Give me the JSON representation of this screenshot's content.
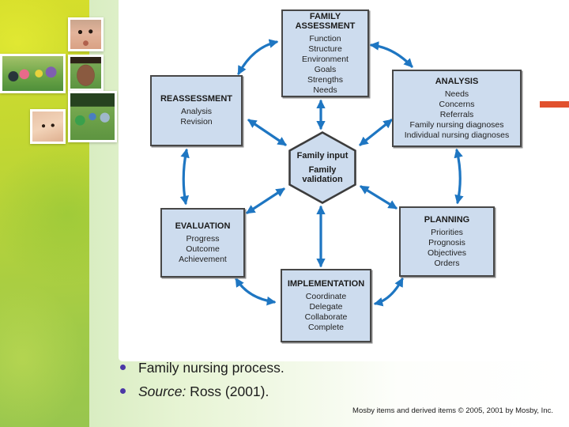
{
  "diagram": {
    "center": {
      "line1": "Family input",
      "line2": "Family validation"
    },
    "nodes": [
      {
        "id": "family-assessment",
        "title": "FAMILY ASSESSMENT",
        "items": [
          "Function",
          "Structure",
          "Environment",
          "Goals",
          "Strengths",
          "Needs"
        ]
      },
      {
        "id": "analysis",
        "title": "ANALYSIS",
        "items": [
          "Needs",
          "Concerns",
          "Referrals",
          "Family nursing diagnoses",
          "Individual nursing diagnoses"
        ]
      },
      {
        "id": "reassessment",
        "title": "REASSESSMENT",
        "items": [
          "Analysis",
          "Revision"
        ]
      },
      {
        "id": "planning",
        "title": "PLANNING",
        "items": [
          "Priorities",
          "Prognosis",
          "Objectives",
          "Orders"
        ]
      },
      {
        "id": "evaluation",
        "title": "EVALUATION",
        "items": [
          "Progress",
          "Outcome",
          "Achievement"
        ]
      },
      {
        "id": "implementation",
        "title": "IMPLEMENTATION",
        "items": [
          "Coordinate",
          "Delegate",
          "Collaborate",
          "Complete"
        ]
      }
    ],
    "edges_bidirectional": true,
    "edges": [
      {
        "from": "reassessment",
        "to": "family-assessment"
      },
      {
        "from": "family-assessment",
        "to": "analysis"
      },
      {
        "from": "family-assessment",
        "to": "family-input-validation"
      },
      {
        "from": "reassessment",
        "to": "family-input-validation"
      },
      {
        "from": "analysis",
        "to": "family-input-validation"
      },
      {
        "from": "reassessment",
        "to": "evaluation"
      },
      {
        "from": "analysis",
        "to": "planning"
      },
      {
        "from": "evaluation",
        "to": "family-input-validation"
      },
      {
        "from": "planning",
        "to": "family-input-validation"
      },
      {
        "from": "family-input-validation",
        "to": "implementation"
      },
      {
        "from": "evaluation",
        "to": "implementation"
      },
      {
        "from": "planning",
        "to": "implementation"
      }
    ]
  },
  "bullets": {
    "line1": "Family nursing process.",
    "line2_italic": "Source:",
    "line2_rest": " Ross (2001)."
  },
  "copyright": "Mosby items and derived items © 2005, 2001 by Mosby, Inc.",
  "photos": [
    "kids-group-photo",
    "child-face-photo",
    "woman-smiling-photo",
    "children-playing-photo",
    "baby-face-photo"
  ],
  "colors": {
    "node_fill": "#CDDCEE",
    "node_border": "#474747",
    "arrow_blue": "#1E76C2",
    "red_accent_bar": "#E1512E",
    "strip_green_top": "#D6DE2B",
    "strip_green_bottom": "#98C64E",
    "pale_green_bg": "#D9EDC2",
    "bullet_dot": "#4B38A6"
  }
}
